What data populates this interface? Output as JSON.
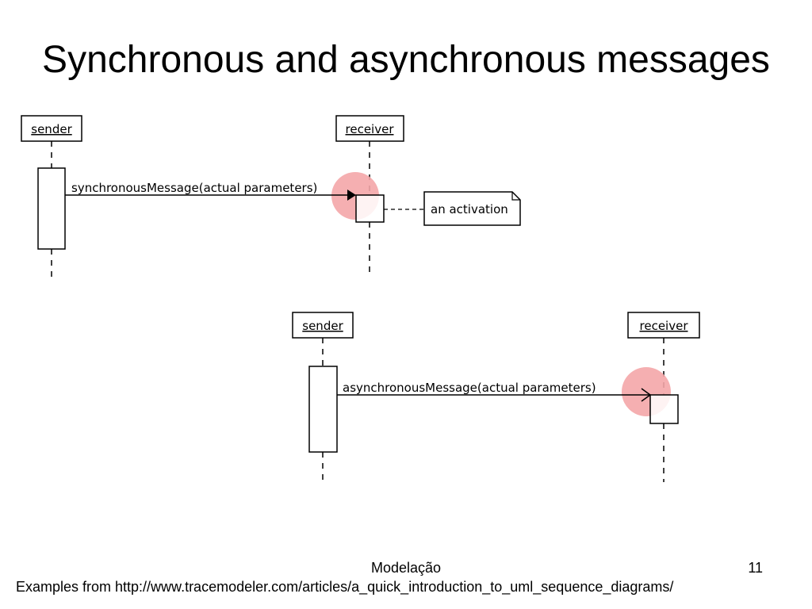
{
  "slide": {
    "title": "Synchronous and asynchronous messages"
  },
  "sync_diagram": {
    "sender_label": "sender",
    "receiver_label": "receiver",
    "message_label": "synchronousMessage(actual parameters)",
    "note_label": "an activation"
  },
  "async_diagram": {
    "sender_label": "sender",
    "receiver_label": "receiver",
    "message_label": "asynchronousMessage(actual parameters)"
  },
  "footer": {
    "center_text": "Modelação",
    "page_number": "11",
    "source_text": "Examples from http://www.tracemodeler.com/articles/a_quick_introduction_to_uml_sequence_diagrams/"
  },
  "colors": {
    "highlight": "#f4a6a8",
    "line": "#000000"
  }
}
